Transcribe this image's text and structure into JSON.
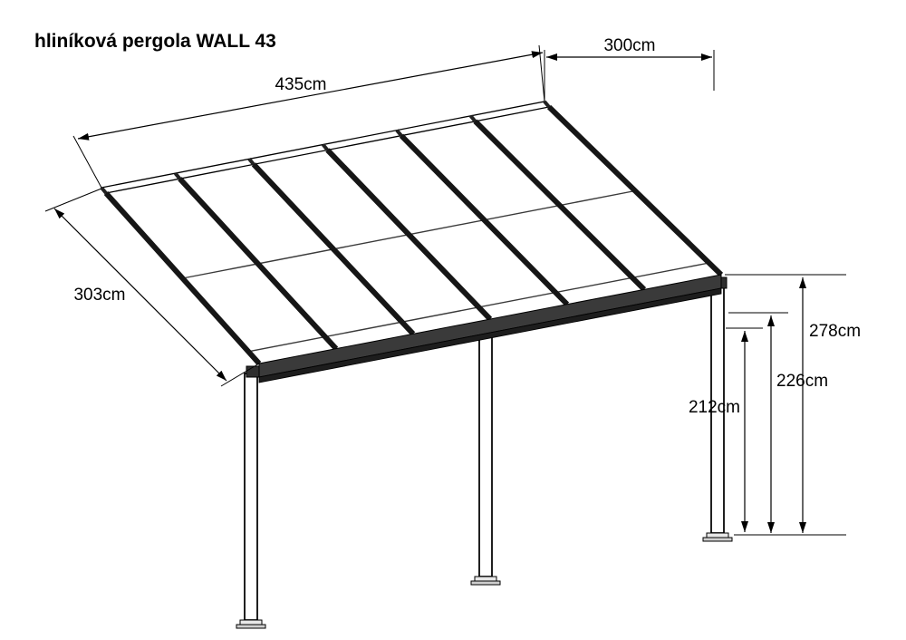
{
  "title": "hliníková pergola WALL 43",
  "dimensions": {
    "roof_width": "435cm",
    "roof_depth": "300cm",
    "roof_slope": "303cm",
    "height_back": "278cm",
    "height_front": "226cm",
    "height_clear": "212cm"
  },
  "colors": {
    "line": "#000000",
    "background": "#ffffff",
    "beam_dark": "#3a3a3a"
  }
}
